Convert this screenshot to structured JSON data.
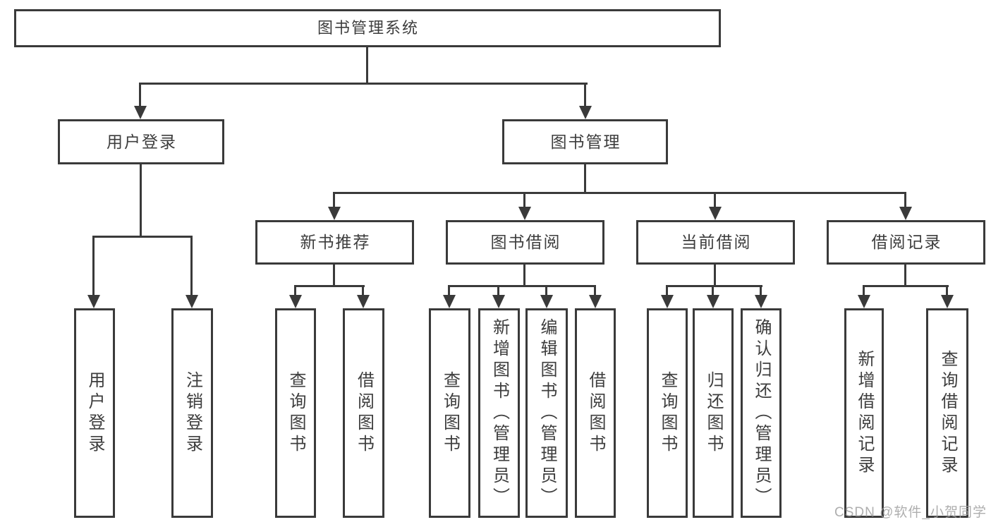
{
  "tree": {
    "root": "图书管理系统",
    "branches": [
      {
        "label": "用户登录",
        "children": [
          "用户登录",
          "注销登录"
        ]
      },
      {
        "label": "图书管理",
        "children": [
          {
            "label": "新书推荐",
            "children": [
              "查询图书",
              "借阅图书"
            ]
          },
          {
            "label": "图书借阅",
            "children": [
              "查询图书",
              "新增图书（管理员）",
              "编辑图书（管理员）",
              "借阅图书"
            ]
          },
          {
            "label": "当前借阅",
            "children": [
              "查询图书",
              "归还图书",
              "确认归还（管理员）"
            ]
          },
          {
            "label": "借阅记录",
            "children": [
              "新增借阅记录",
              "查询借阅记录"
            ]
          }
        ]
      }
    ]
  },
  "watermark": "CSDN @软件_小贺同学",
  "colors": {
    "line": "#3a3a3a",
    "text": "#3d3d3d",
    "background": "#ffffff",
    "watermark": "#a0a0a0"
  }
}
